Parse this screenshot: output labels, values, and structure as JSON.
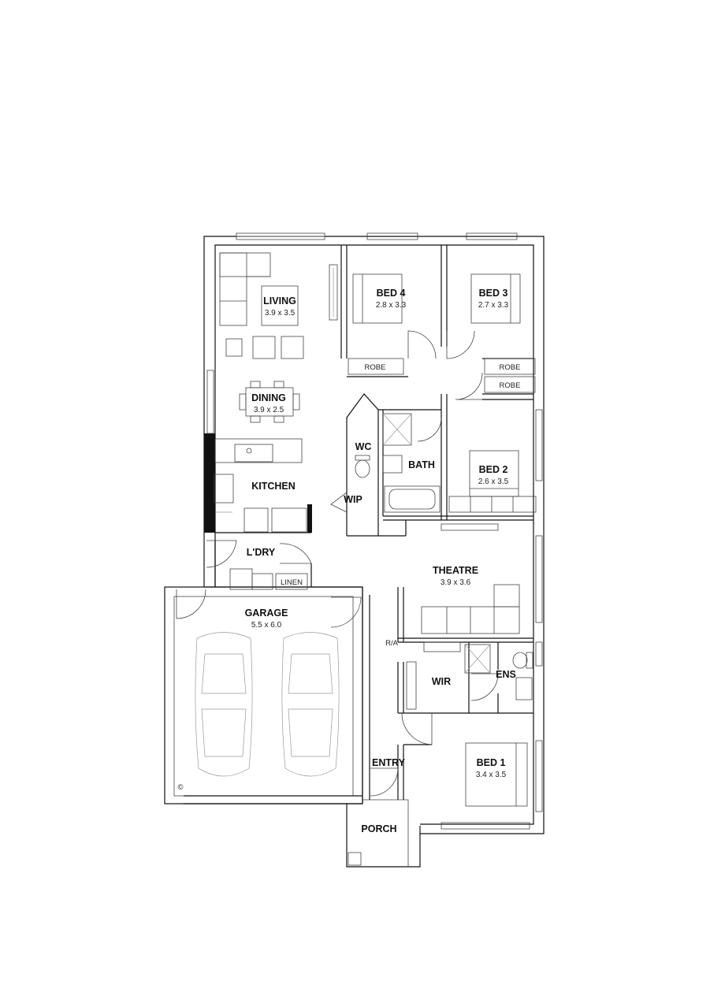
{
  "rooms": {
    "living": {
      "name": "LIVING",
      "dims": "3.9 x 3.5"
    },
    "bed4": {
      "name": "BED 4",
      "dims": "2.8 x 3.3"
    },
    "bed3": {
      "name": "BED 3",
      "dims": "2.7 x 3.3"
    },
    "dining": {
      "name": "DINING",
      "dims": "3.9 x 2.5"
    },
    "wc": {
      "name": "WC"
    },
    "bath": {
      "name": "BATH"
    },
    "bed2": {
      "name": "BED 2",
      "dims": "2.6 x 3.5"
    },
    "kitchen": {
      "name": "KITCHEN"
    },
    "wip": {
      "name": "WIP"
    },
    "ldry": {
      "name": "L'DRY"
    },
    "theatre": {
      "name": "THEATRE",
      "dims": "3.9 x 3.6"
    },
    "garage": {
      "name": "GARAGE",
      "dims": "5.5 x 6.0"
    },
    "wir": {
      "name": "WIR"
    },
    "ens": {
      "name": "ENS"
    },
    "bed1": {
      "name": "BED 1",
      "dims": "3.4 x 3.5"
    },
    "entry": {
      "name": "ENTRY"
    },
    "porch": {
      "name": "PORCH"
    }
  },
  "labels": {
    "robe_bed4": "ROBE",
    "robe_bed3": "ROBE",
    "robe_bed2": "ROBE",
    "linen": "LINEN",
    "ra": "R/A",
    "copyright": "©"
  }
}
